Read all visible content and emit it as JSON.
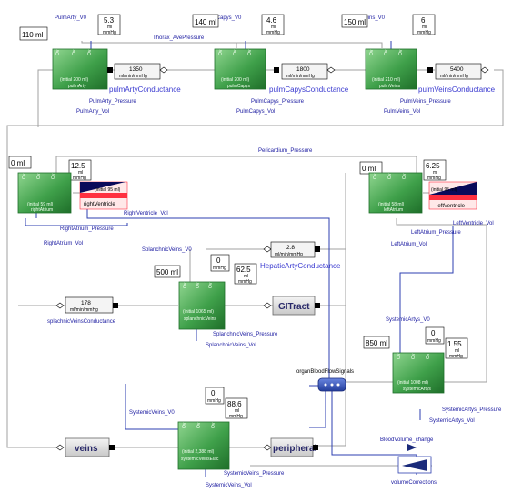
{
  "components": {
    "pulmArty": {
      "name": "pulmArty",
      "initial": "(initial 200 ml)",
      "v0_label": "PulmArty_V0",
      "pressure_label": "PulmArty_Pressure",
      "vol_label": "PulmArty_Vol",
      "v0_value": "110 ml",
      "comp_value": "5.3",
      "comp_unit1": "ml",
      "comp_unit2": "mmHg",
      "port_tags": [
        "Ov",
        "Ov",
        "Ov"
      ]
    },
    "pulmCapys": {
      "name": "pulmCapys",
      "initial": "(initial 200 ml)",
      "v0_label": "PulmCapys_V0",
      "pressure_label": "PulmCapys_Pressure",
      "vol_label": "PulmCapys_Vol",
      "v0_value": "140 ml",
      "comp_value": "4.6",
      "comp_unit1": "ml",
      "comp_unit2": "mmHg",
      "port_tags": [
        "Ov",
        "Ov",
        "Ov"
      ]
    },
    "pulmVeins": {
      "name": "pulmVeins",
      "initial": "(initial 210 ml)",
      "v0_label": "PulmVeins_V0",
      "pressure_label": "PulmVeins_Pressure",
      "vol_label": "PulmVeins_Vol",
      "v0_value": "150 ml",
      "comp_value": "6",
      "comp_unit1": "ml",
      "comp_unit2": "mmHg",
      "port_tags": [
        "Ov",
        "Ov",
        "Ov"
      ]
    },
    "rightAtrium": {
      "name": "rightAtrium",
      "initial": "(initial 59 ml)",
      "pressure_label": "RightAtrium_Pressure",
      "vol_label": "RightAtrium_Vol",
      "v0_value": "0 ml",
      "comp_value": "12.5",
      "comp_unit1": "ml",
      "comp_unit2": "mmHg",
      "port_tags": [
        "Ov",
        "Ov",
        "Ov"
      ]
    },
    "leftAtrium": {
      "name": "leftAtrium",
      "initial": "(initial 58 ml)",
      "pressure_label": "LeftAtrium_Pressure",
      "vol_label": "LeftAtrium_Vol",
      "v0_value": "0 ml",
      "comp_value": "6.25",
      "comp_unit1": "ml",
      "comp_unit2": "mmHg",
      "port_tags": [
        "Ov",
        "Ov",
        "Ov"
      ]
    },
    "splanchnicVeins": {
      "name": "splanchnicVeins",
      "initial": "(initial 1065 ml)",
      "v0_label": "SplanchnicVeins_V0",
      "pressure_label": "SplanchnicVeins_Pressure",
      "vol_label": "SplanchnicVeins_Vol",
      "v0_value": "500 ml",
      "comp_value": "62.5",
      "comp_unit1": "ml",
      "comp_unit2": "mmHg",
      "ext_value": "0",
      "ext_unit": "mmHg",
      "port_tags": [
        "Ov",
        "Ov",
        "Ov"
      ]
    },
    "systemicArtys": {
      "name": "systemicArtys",
      "initial": "(initial 1008 ml)",
      "v0_label": "SystemicArtys_V0",
      "pressure_label": "SystemicArtys_Pressure",
      "vol_label": "SystemicArtys_Vol",
      "v0_value": "850 ml",
      "comp_value": "1.55",
      "comp_unit1": "ml",
      "comp_unit2": "mmHg",
      "ext_value": "0",
      "ext_unit": "mmHg",
      "port_tags": [
        "Ov",
        "Ov",
        "Ov"
      ]
    },
    "systemicVeinsElac": {
      "name": "systemicVeinsElac",
      "initial": "(initial 2,388 ml)",
      "v0_label": "SystemicVeins_V0",
      "pressure_label": "SystemicVeins_Pressure",
      "vol_label": "SystemicVeins_Vol",
      "comp_value": "88.6",
      "comp_unit1": "ml",
      "comp_unit2": "mmHg",
      "ext_value": "0",
      "ext_unit": "mmHg",
      "port_tags": [
        "Ov",
        "Ov",
        "Ov"
      ]
    }
  },
  "ventricles": {
    "rightVentricle": {
      "name": "rightVentricle",
      "initial": "(initial 95 ml)",
      "vol_label": "RightVentricle_Vol"
    },
    "leftVentricle": {
      "name": "leftVentricle",
      "initial": "(initial 95 ml)",
      "vol_label": "LeftVentricle_Vol"
    }
  },
  "conductances": {
    "pulmArtyConductance": {
      "name": "pulmArtyConductance",
      "value": "1350",
      "unit": "ml/min/mmHg"
    },
    "pulmCapysConductance": {
      "name": "pulmCapysConductance",
      "value": "1800",
      "unit": "ml/min/mmHg"
    },
    "pulmVeinsConductance": {
      "name": "pulmVeinsConductance",
      "value": "5400",
      "unit": "ml/min/mmHg"
    },
    "hepaticArtyConductance": {
      "name": "HepaticArtyConductance",
      "value": "2.8",
      "unit": "ml/min/mmHg"
    },
    "splachnicVeinsConductance": {
      "name": "splachnicVeinsConductance",
      "value": "178",
      "unit": "ml/min/mmHg"
    }
  },
  "blocks": {
    "giTract": "GITract",
    "veins": "veins",
    "peripheral": "peripheral"
  },
  "signals": {
    "thorax_pressure": "Thorax_AvePressure",
    "pericardium_pressure": "Pericardium_Pressure",
    "organ_blood_flow": "organBloodFlowSignals",
    "blood_volume_change": "BloodVolume_change",
    "volume_corrections": "volumeCorrections"
  },
  "colors": {
    "component": "#3fa04a",
    "connector": "#2d3fb0",
    "ventricle": "#ff3040",
    "wire": "#b0b0b0"
  }
}
